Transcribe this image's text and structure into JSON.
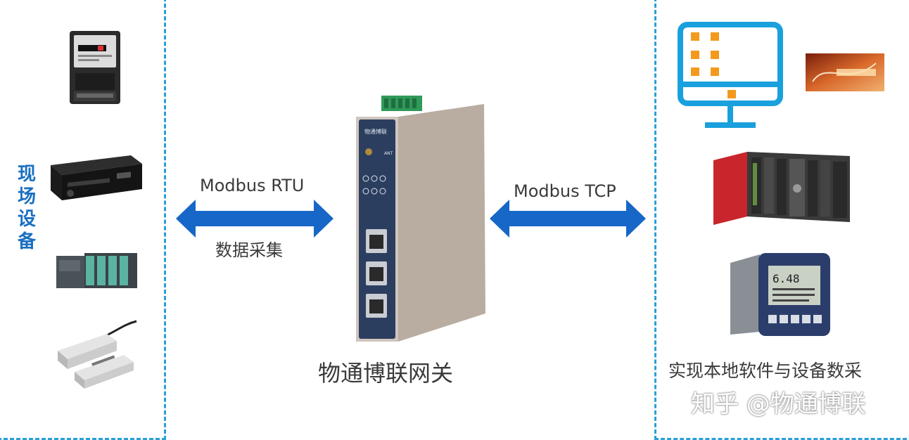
{
  "left_panel": {
    "title": "现场设备"
  },
  "gateway": {
    "label": "物通博联网关",
    "brand_text": "物通博联",
    "ant_label": "ANT"
  },
  "left_link": {
    "protocol": "Modbus RTU",
    "caption": "数据采集"
  },
  "right_link": {
    "protocol": "Modbus TCP"
  },
  "right_panel": {
    "caption": "实现本地软件与设备数采"
  },
  "watermark": {
    "text": "知乎 @物通博联"
  },
  "colors": {
    "arrow": "#1667c7",
    "panel_border": "#2aa0d6",
    "monitor": "#1aa0dc",
    "accent": "#f39a1e",
    "text_blue": "#1a6fc0"
  },
  "devices_left": [
    "energy-meter",
    "mobile-dvr",
    "plc-module-rack",
    "magnetic-door-sensor"
  ],
  "devices_right": [
    "scada-monitor",
    "software-logo",
    "plc-rack",
    "water-quality-analyzer"
  ]
}
